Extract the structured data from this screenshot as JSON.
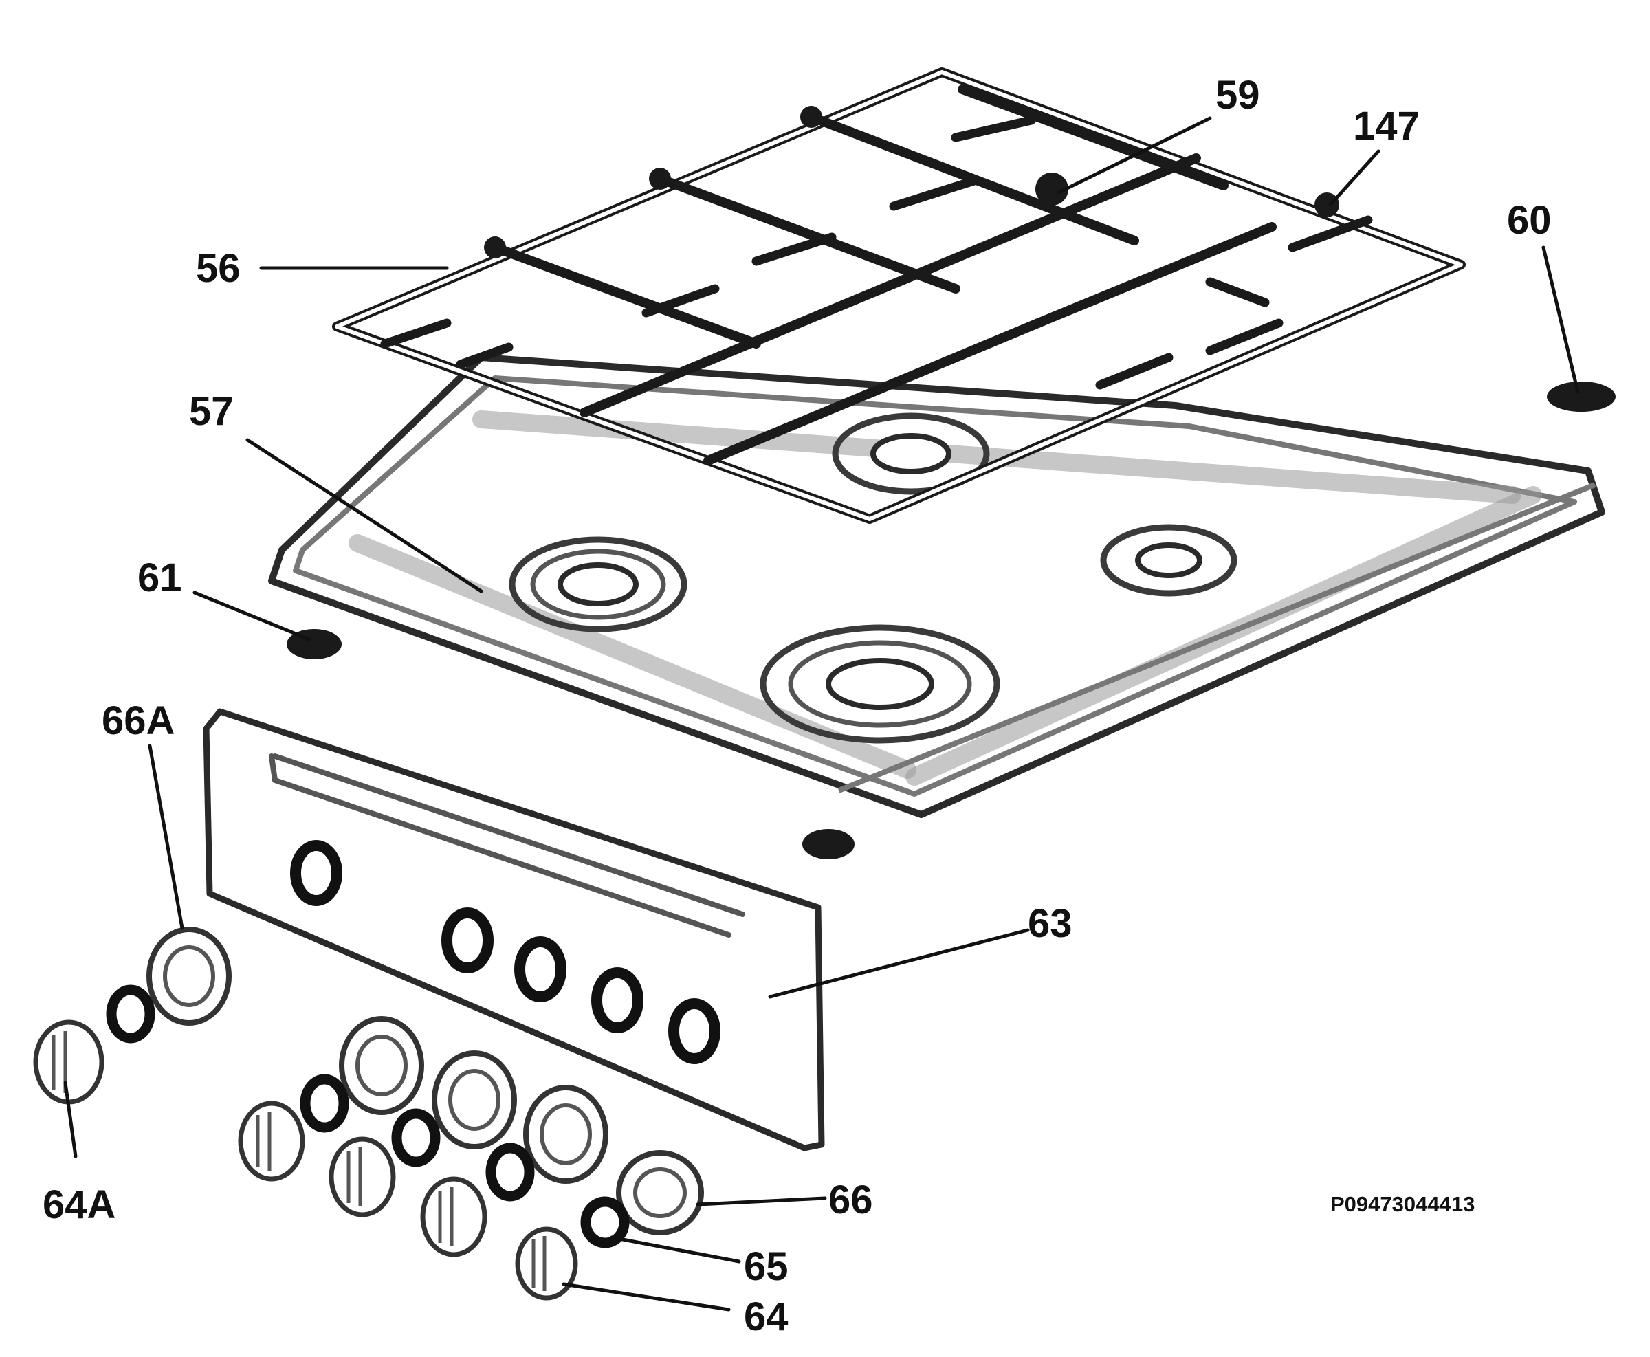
{
  "diagram": {
    "catalog_number": "P09473044413",
    "callouts": [
      {
        "id": "56",
        "label": "56"
      },
      {
        "id": "57",
        "label": "57"
      },
      {
        "id": "59",
        "label": "59"
      },
      {
        "id": "147",
        "label": "147"
      },
      {
        "id": "60",
        "label": "60"
      },
      {
        "id": "61",
        "label": "61"
      },
      {
        "id": "63",
        "label": "63"
      },
      {
        "id": "66A",
        "label": "66A"
      },
      {
        "id": "64A",
        "label": "64A"
      },
      {
        "id": "66",
        "label": "66"
      },
      {
        "id": "65",
        "label": "65"
      },
      {
        "id": "64",
        "label": "64"
      }
    ]
  },
  "colors": {
    "ink": "#111111",
    "background": "#ffffff"
  }
}
